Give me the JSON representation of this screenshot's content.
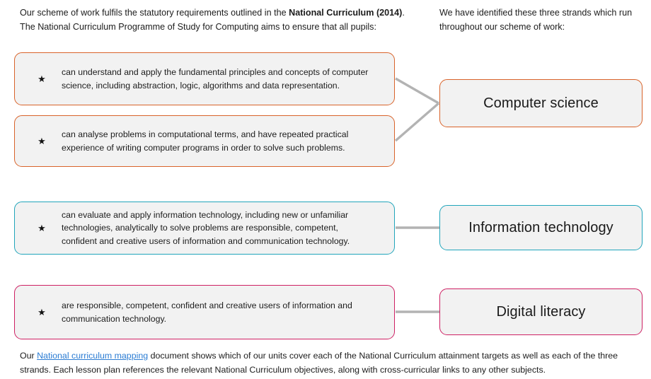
{
  "intro": {
    "left_prefix": "Our scheme of work fulfils the statutory requirements outlined in the ",
    "left_bold": "National Curriculum (2014)",
    "left_suffix": ". The National Curriculum Programme of Study for Computing aims to ensure that all pupils:",
    "right": "We have identified these three strands which run throughout our scheme of work:"
  },
  "colors": {
    "computer_science": "#d9632a",
    "information_technology": "#21a5bb",
    "digital_literacy": "#ce2063",
    "box_fill": "#f2f2f2",
    "connector": "#b3b3b3",
    "link": "#2b7cd3"
  },
  "bullet_glyph": "★",
  "statements": [
    {
      "id": "statement-1",
      "bullet": "★",
      "text": "can understand and apply the fundamental principles and concepts of computer science, including abstraction, logic, algorithms and data representation.",
      "strand": "Computer science",
      "accent": "#d9632a"
    },
    {
      "id": "statement-2",
      "bullet": "★",
      "text": "can analyse problems in computational terms, and have repeated practical experience of writing computer programs in order to solve such problems.",
      "strand": "Computer science",
      "accent": "#d9632a"
    },
    {
      "id": "statement-3",
      "bullet": "★",
      "text": "can evaluate and apply information technology, including new or unfamiliar technologies, analytically to solve problems are responsible, competent, confident and creative users of information and communication technology.",
      "strand": "Information technology",
      "accent": "#21a5bb"
    },
    {
      "id": "statement-4",
      "bullet": "★",
      "text": "are responsible, competent, confident and creative users of information and communication technology.",
      "strand": "Digital literacy",
      "accent": "#ce2063"
    }
  ],
  "strands": [
    {
      "id": "strand-computer-science",
      "label": "Computer science",
      "accent": "#d9632a"
    },
    {
      "id": "strand-information-technology",
      "label": "Information technology",
      "accent": "#21a5bb"
    },
    {
      "id": "strand-digital-literacy",
      "label": "Digital literacy",
      "accent": "#ce2063"
    }
  ],
  "footer": {
    "prefix": "Our ",
    "link_text": "National curriculum mapping",
    "suffix": " document shows which of our units cover each of the National Curriculum attainment targets as well as each of the three strands. Each lesson plan references the relevant National Curriculum objectives, along with cross-curricular links to any other subjects."
  }
}
